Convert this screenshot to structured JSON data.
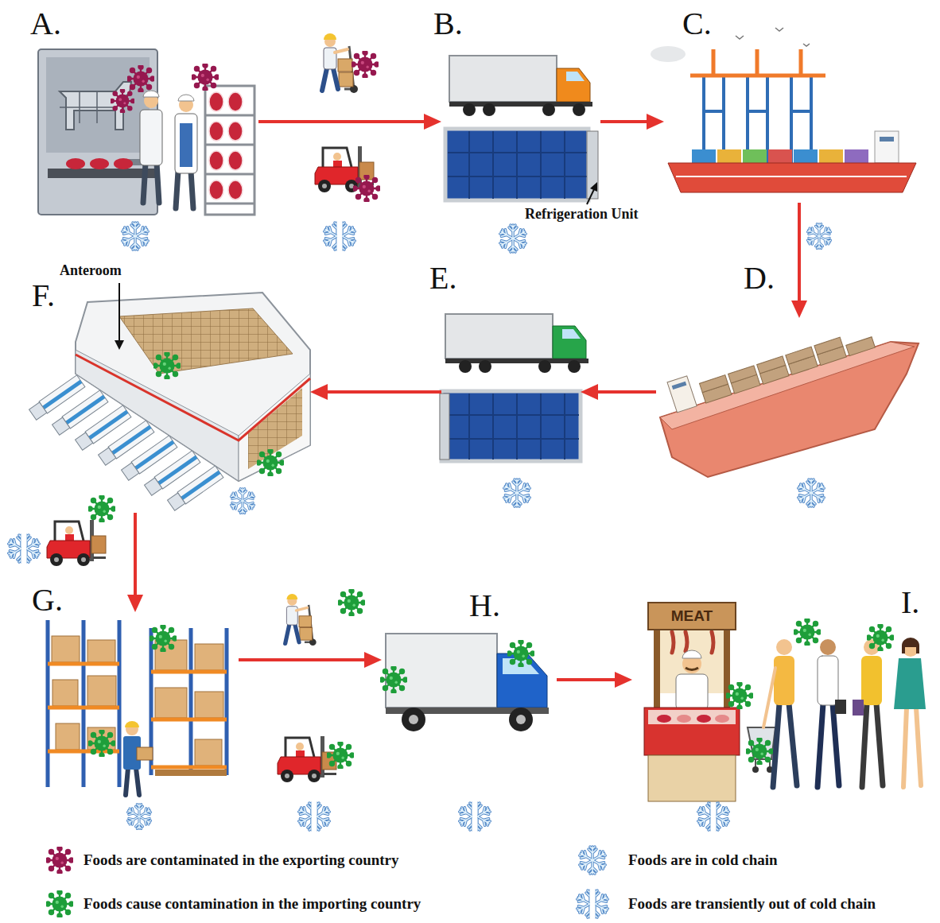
{
  "diagram": {
    "nodes": [
      {
        "text": [
          "A."
        ]
      },
      {
        "text": [
          "B."
        ]
      },
      {
        "text": [
          "C."
        ]
      },
      {
        "text": [
          "D."
        ]
      },
      {
        "text": [
          "E."
        ]
      },
      {
        "text": [
          "F."
        ]
      },
      {
        "text": [
          "G."
        ]
      },
      {
        "text": [
          "H."
        ]
      },
      {
        "text": [
          "I."
        ]
      }
    ],
    "edges": [
      {
        "from": 0,
        "to": 1,
        "arrow": "to"
      },
      {
        "from": 1,
        "to": 2,
        "arrow": "to"
      },
      {
        "from": 2,
        "to": 3,
        "arrow": "to"
      },
      {
        "from": 3,
        "to": 4,
        "arrow": "to"
      },
      {
        "from": 4,
        "to": 5,
        "arrow": "to"
      },
      {
        "from": 5,
        "to": 6,
        "arrow": "to"
      },
      {
        "from": 6,
        "to": 7,
        "arrow": "to"
      },
      {
        "from": 7,
        "to": 8,
        "arrow": "to"
      }
    ],
    "labels": [
      "Refrigeration Unit",
      "Anteroom",
      "MEAT"
    ],
    "legend": [
      {
        "text": "Foods are contaminated in the exporting country"
      },
      {
        "text": "Foods are in cold chain"
      },
      {
        "text": "Foods cause contamination in the importing country"
      },
      {
        "text": "Foods are transiently out of cold chain"
      }
    ]
  }
}
